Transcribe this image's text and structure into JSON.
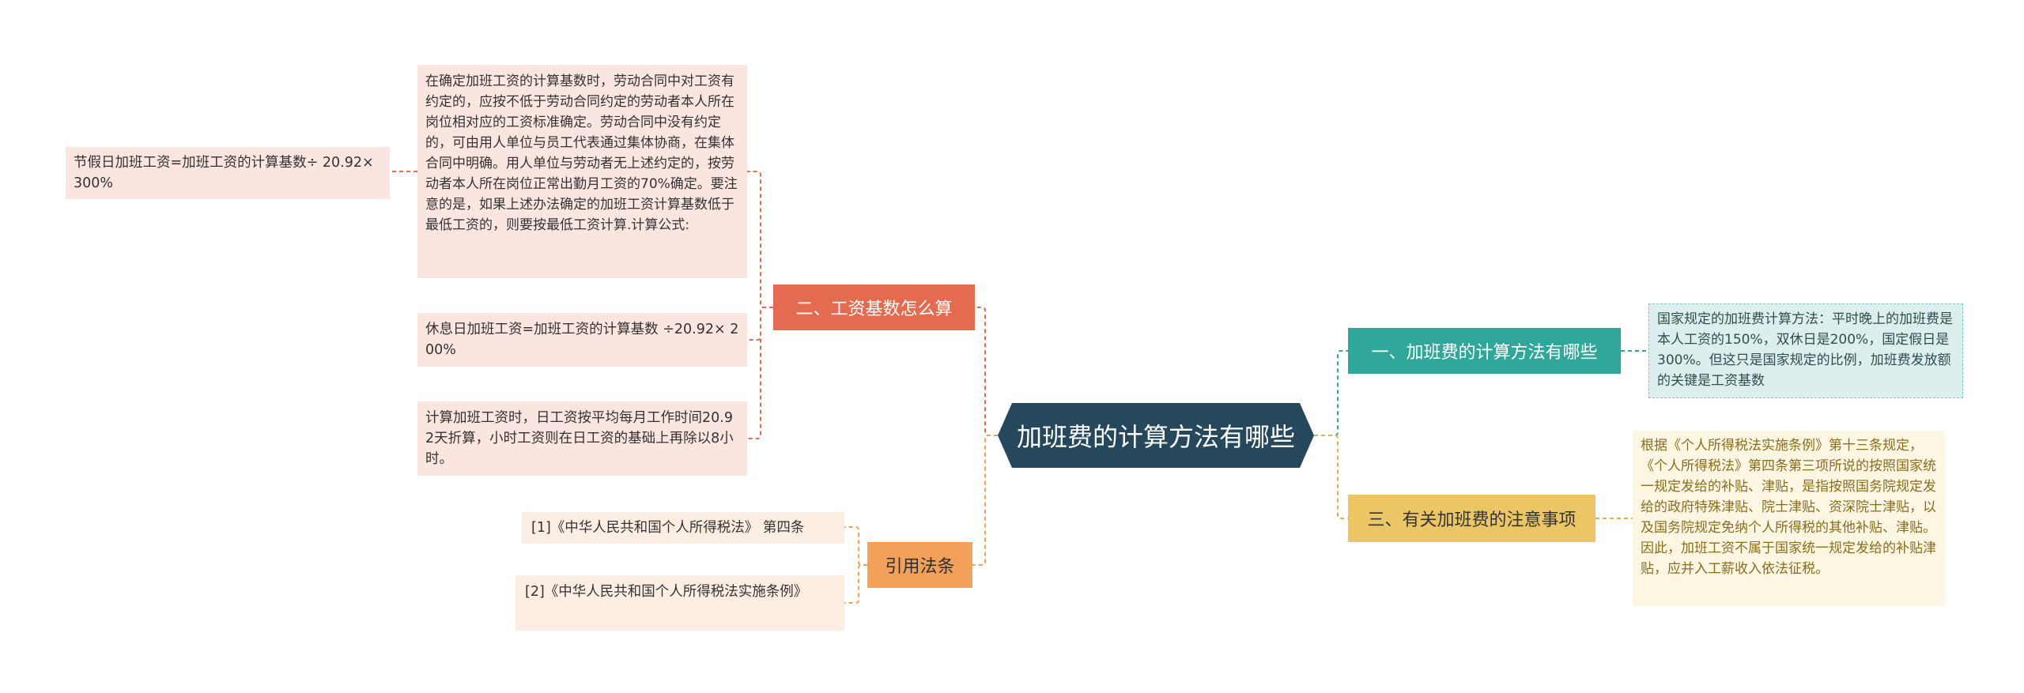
{
  "colors": {
    "root_bg": "#26485c",
    "branch_wage_base": "#e56b50",
    "branch_law": "#f2a05a",
    "branch_method": "#2fa89b",
    "branch_notes": "#ecc665",
    "leaf_pink": "#fbe5e1",
    "leaf_peach": "#fdeee3",
    "leaf_teal": "#dcefee",
    "leaf_cream": "#fcf6e3"
  },
  "root": {
    "label": "加班费的计算方法有哪些"
  },
  "branches": {
    "method": {
      "label": "一、加班费的计算方法有哪些",
      "detail": "国家规定的加班费计算方法：平时晚上的加班费是本人工资的150%，双休日是200%，国定假日是300%。但这只是国家规定的比例，加班费发放额的关键是工资基数"
    },
    "notes": {
      "label": "三、有关加班费的注意事项",
      "detail": "根据《个人所得税法实施条例》第十三条规定，《个人所得税法》第四条第三项所说的按照国家统一规定发给的补贴、津贴，是指按照国务院规定发给的政府特殊津贴、院士津贴、资深院士津贴，以及国务院规定免纳个人所得税的其他补贴、津贴。因此，加班工资不属于国家统一规定发给的补贴津贴，应并入工薪收入依法征税。"
    },
    "wage_base": {
      "label": "二、工资基数怎么算",
      "detail_main": "在确定加班工资的计算基数时，劳动合同中对工资有约定的，应按不低于劳动合同约定的劳动者本人所在岗位相对应的工资标准确定。劳动合同中没有约定的，可由用人单位与员工代表通过集体协商，在集体合同中明确。用人单位与劳动者无上述约定的，按劳动者本人所在岗位正常出勤月工资的70%确定。要注意的是，如果上述办法确定的加班工资计算基数低于最低工资的，则要按最低工资计算.计算公式:",
      "holiday_formula": "节假日加班工资=加班工资的计算基数÷ 20.92× 300%",
      "rest_day_formula": "休息日加班工资=加班工资的计算基数 ÷20.92× 200%",
      "hourly_note": "计算加班工资时，日工资按平均每月工作时间20.92天折算，小时工资则在日工资的基础上再除以8小时。"
    },
    "law": {
      "label": "引用法条",
      "refs": [
        "[1]《中华人民共和国个人所得税法》 第四条",
        "[2]《中华人民共和国个人所得税法实施条例》"
      ]
    }
  }
}
